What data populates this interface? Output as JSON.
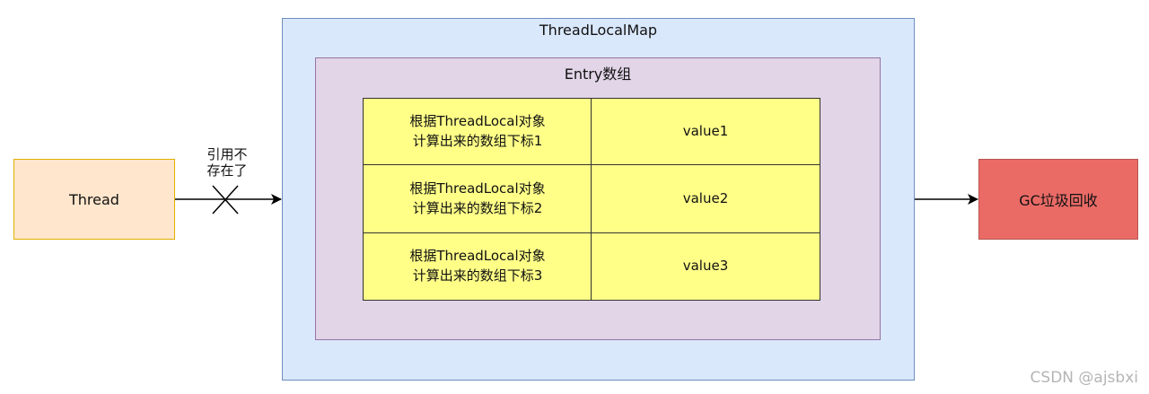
{
  "thread": {
    "label": "Thread"
  },
  "map": {
    "title": "ThreadLocalMap"
  },
  "entry_array": {
    "title": "Entry数组",
    "rows": [
      {
        "key": "根据ThreadLocal对象\n计算出来的数组下标1",
        "value": "value1"
      },
      {
        "key": "根据ThreadLocal对象\n计算出来的数组下标2",
        "value": "value2"
      },
      {
        "key": "根据ThreadLocal对象\n计算出来的数组下标3",
        "value": "value3"
      }
    ]
  },
  "reference_label": "引用不\n存在了",
  "gc": {
    "label": "GC垃圾回收"
  },
  "watermark": "CSDN @ajsbxi",
  "colors": {
    "thread_fill": "#ffe6cc",
    "map_fill": "#dae8fc",
    "entry_fill": "#e1d5e7",
    "cell_fill": "#ffff88",
    "gc_fill": "#ea6b66"
  }
}
